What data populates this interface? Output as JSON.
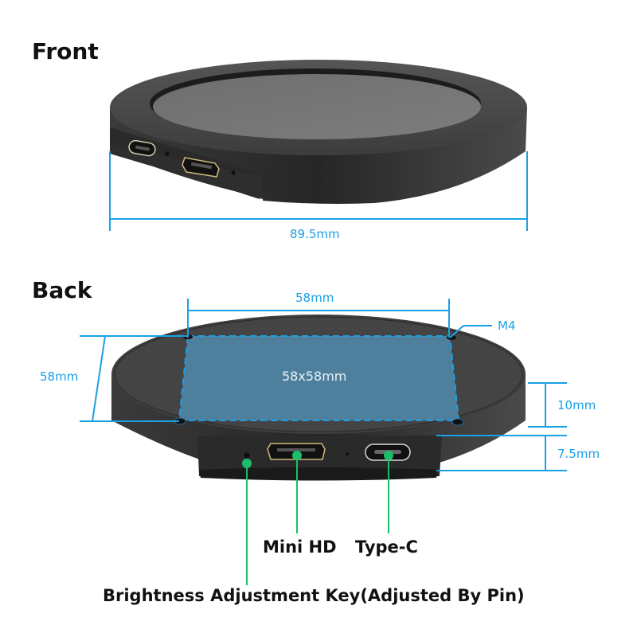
{
  "front": {
    "title": "Front",
    "width_dimension": "89.5mm"
  },
  "back": {
    "title": "Back",
    "mount_width": "58mm",
    "mount_height": "58mm",
    "mount_area": "58x58mm",
    "screw_size": "M4",
    "body_thickness": "10mm",
    "port_thickness": "7.5mm"
  },
  "callouts": {
    "mini_hd": "Mini HD",
    "type_c": "Type-C",
    "brightness_key": "Brightness Adjustment Key(Adjusted By Pin)"
  },
  "colors": {
    "dimension_blue": "#1aa0e6",
    "callout_green": "#1bbf6a",
    "device_black": "#2b2b2b",
    "mount_area_fill": "#4f86a6"
  }
}
